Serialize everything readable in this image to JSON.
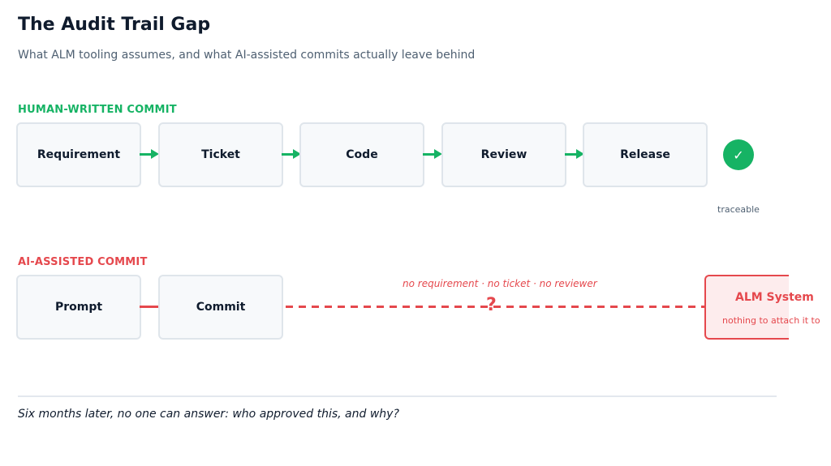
{
  "header": {
    "title": "The Audit Trail Gap",
    "subtitle": "What ALM tooling assumes, and what AI-assisted commits actually leave behind"
  },
  "human_flow": {
    "label": "HUMAN-WRITTEN COMMIT",
    "steps": [
      "Requirement",
      "Ticket",
      "Code",
      "Review",
      "Release"
    ],
    "status_icon": "check-icon",
    "status_glyph": "✓",
    "status_text": "traceable",
    "color": "#16b364"
  },
  "ai_flow": {
    "label": "AI-ASSISTED COMMIT",
    "steps": [
      "Prompt",
      "Commit"
    ],
    "missing_note": "no requirement · no ticket · no reviewer",
    "gap_marker": "?",
    "target_title": "ALM System",
    "target_subtitle": "nothing to attach it to",
    "color": "#e5484d"
  },
  "footer": {
    "note": "Six months later, no one can answer: who approved this, and why?"
  }
}
